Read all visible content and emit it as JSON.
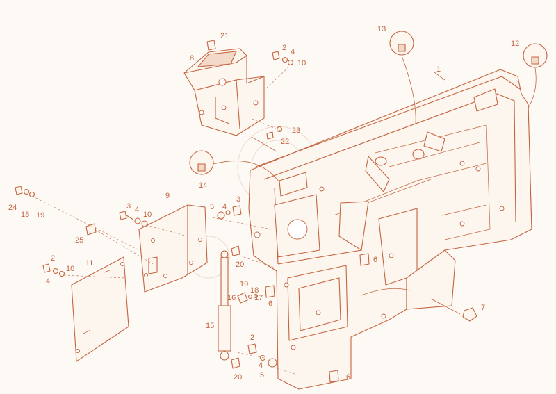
{
  "diagram": {
    "type": "exploded-parts-view",
    "line_color": "#c4643f",
    "background": "#fdfaf6",
    "callouts": [
      {
        "id": "c1",
        "label": "1"
      },
      {
        "id": "c2a",
        "label": "2"
      },
      {
        "id": "c2b",
        "label": "2"
      },
      {
        "id": "c2c",
        "label": "2"
      },
      {
        "id": "c3a",
        "label": "3"
      },
      {
        "id": "c3b",
        "label": "3"
      },
      {
        "id": "c4a",
        "label": "4"
      },
      {
        "id": "c4b",
        "label": "4"
      },
      {
        "id": "c4c",
        "label": "4"
      },
      {
        "id": "c4d",
        "label": "4"
      },
      {
        "id": "c4e",
        "label": "4"
      },
      {
        "id": "c5a",
        "label": "5"
      },
      {
        "id": "c5b",
        "label": "5"
      },
      {
        "id": "c6a",
        "label": "6"
      },
      {
        "id": "c6b",
        "label": "6"
      },
      {
        "id": "c6c",
        "label": "6"
      },
      {
        "id": "c7",
        "label": "7"
      },
      {
        "id": "c8",
        "label": "8"
      },
      {
        "id": "c9",
        "label": "9"
      },
      {
        "id": "c10a",
        "label": "10"
      },
      {
        "id": "c10b",
        "label": "10"
      },
      {
        "id": "c10c",
        "label": "10"
      },
      {
        "id": "c11",
        "label": "11"
      },
      {
        "id": "c12",
        "label": "12"
      },
      {
        "id": "c13",
        "label": "13"
      },
      {
        "id": "c14",
        "label": "14"
      },
      {
        "id": "c15",
        "label": "15"
      },
      {
        "id": "c16",
        "label": "16"
      },
      {
        "id": "c17",
        "label": "17"
      },
      {
        "id": "c18a",
        "label": "18"
      },
      {
        "id": "c18b",
        "label": "18"
      },
      {
        "id": "c19a",
        "label": "19"
      },
      {
        "id": "c19b",
        "label": "19"
      },
      {
        "id": "c20a",
        "label": "20"
      },
      {
        "id": "c20b",
        "label": "20"
      },
      {
        "id": "c21",
        "label": "21"
      },
      {
        "id": "c22",
        "label": "22"
      },
      {
        "id": "c23",
        "label": "23"
      },
      {
        "id": "c24",
        "label": "24"
      },
      {
        "id": "c25",
        "label": "25"
      }
    ]
  }
}
